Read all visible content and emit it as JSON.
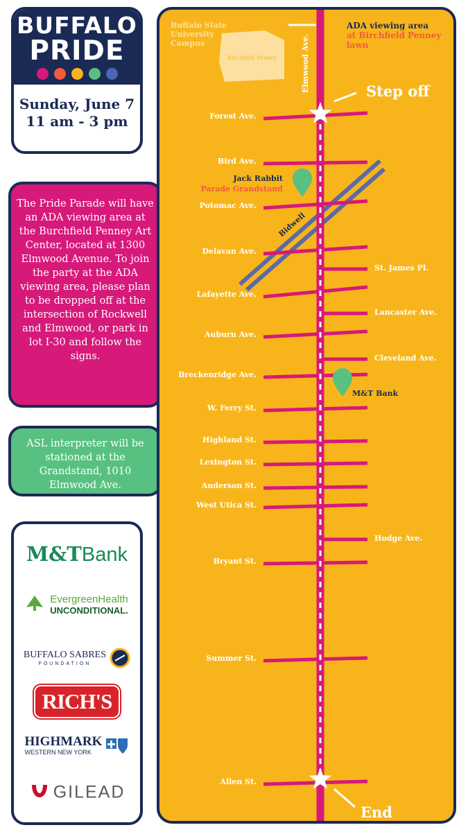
{
  "header": {
    "logo_line1": "BUFFALO",
    "logo_line2": "PRIDE",
    "date": "Sunday, June 7",
    "time": "11 am - 3 pm",
    "dot_colors": [
      "#d7197a",
      "#f15a3c",
      "#f8b51b",
      "#58c081",
      "#4a66b2"
    ]
  },
  "info": {
    "text": "The Pride Parade will have an ADA viewing area at the Burchfield Penney Art Center, located at 1300 Elmwood Avenue. To join the party at the ADA viewing area, please plan to be dropped off at the intersection of Rockwell and Elmwood, or park in lot I-30 and follow the signs."
  },
  "asl": {
    "text": "ASL interpreter will be stationed at the Grandstand, 1010 Elmwood Ave."
  },
  "sponsors": {
    "mt": {
      "mark": "M&T",
      "word": "Bank"
    },
    "evergreen": {
      "line1": "EvergreenHealth",
      "line2": "UNCONDITIONAL."
    },
    "sabres": {
      "line1": "BUFFALO SABRES",
      "line2": "FOUNDATION"
    },
    "richs": {
      "name": "RICH'S"
    },
    "highmark": {
      "line1": "HIGHMARK",
      "line2": "WESTERN NEW YORK"
    },
    "gilead": {
      "name": "GILEAD"
    }
  },
  "map": {
    "colors": {
      "background": "#f8b51b",
      "street": "#d7197a",
      "navy": "#1a2a55",
      "marker": "#58c081",
      "orange": "#f15a3c"
    },
    "campus": {
      "line1": "Buffalo State",
      "line2": "University",
      "line3": "Campus",
      "building": "Birchfield Penney"
    },
    "avenue": "Elmwood Ave.",
    "ada": {
      "line1": "ADA viewing area",
      "line2": "at Birchfield Penney",
      "line3": "lawn"
    },
    "step_off": "Step off",
    "end": "End",
    "grandstand": {
      "line1": "Jack Rabbit",
      "line2": "Parade Grandstand"
    },
    "bank": "M&T Bank",
    "bidwell": "Bidwell",
    "streets": [
      "Forest Ave.",
      "Bird Ave.",
      "Potomac Ave.",
      "Delavan Ave.",
      "St. James Pl.",
      "Lafayette Ave.",
      "Lancaster Ave.",
      "Auburn Ave.",
      "Cleveland Ave.",
      "Breckenridge Ave.",
      "W. Ferry St.",
      "Highland St.",
      "Lexington St.",
      "Anderson St.",
      "West Utica St.",
      "Hodge Ave.",
      "Bryant St.",
      "Summer St.",
      "Allen St."
    ]
  }
}
